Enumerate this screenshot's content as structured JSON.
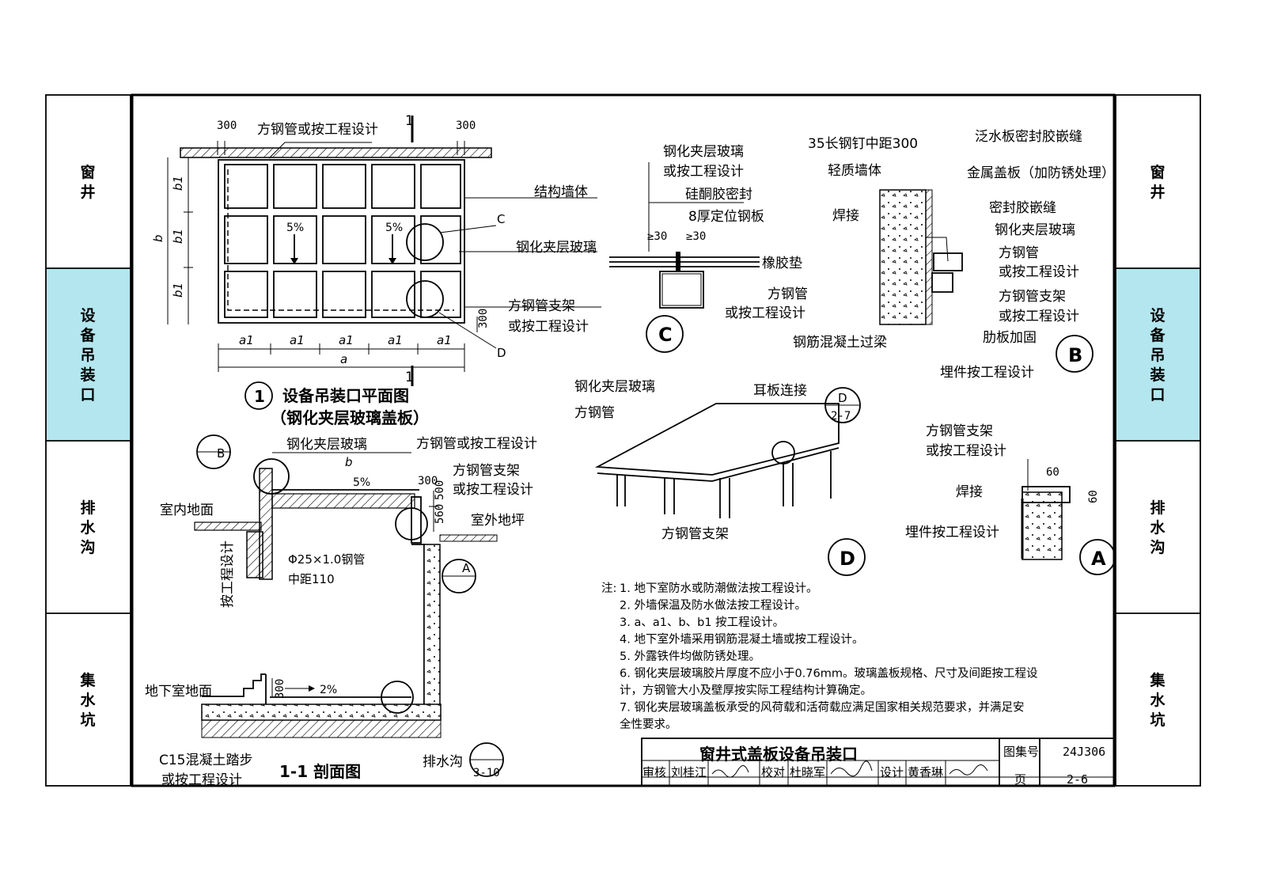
{
  "sidebar_left": [
    "窗井",
    "设备吊装口",
    "排水沟",
    "集水坑"
  ],
  "sidebar_right": [
    "窗井",
    "设备吊装口",
    "排水沟",
    "集水坑"
  ],
  "sidebar_active_color": "#b3e6ef",
  "plan": {
    "title_num": "1",
    "title": "设备吊装口平面图",
    "subtitle": "（钢化夹层玻璃盖板）",
    "dim_300_left": "300",
    "dim_300_right": "300",
    "dim_300_side": "300",
    "label_pipe": "方钢管或按工程设计",
    "label_wall": "结构墙体",
    "label_glass": "钢化夹层玻璃",
    "label_bracket": "方钢管支架",
    "label_bracket2": "或按工程设计",
    "slope1": "5%",
    "slope2": "5%",
    "section_mark": "1",
    "dim_a1": [
      "a1",
      "a1",
      "a1",
      "a1",
      "a1"
    ],
    "dim_a": "a",
    "dim_b1": [
      "b1",
      "b1",
      "b1"
    ],
    "dim_b": "b",
    "callout_c": "C",
    "callout_d": "D"
  },
  "section": {
    "title": "1-1 剖面图",
    "label_glass": "钢化夹层玻璃",
    "label_pipe": "方钢管或按工程设计",
    "label_bracket": "方钢管支架",
    "label_bracket2": "或按工程设计",
    "label_indoor": "室内地面",
    "label_outdoor": "室外地坪",
    "label_basement": "地下室地面",
    "label_step": "C15混凝土踏步",
    "label_step2": "或按工程设计",
    "label_drain": "排水沟",
    "label_byproj": "按工程设计",
    "label_pipe_spec": "Φ25×1.0钢管",
    "label_pipe_spec2": "中距110",
    "dim_b": "b",
    "slope_top": "5%",
    "slope_bottom": "2%",
    "dim_300": "300",
    "dim_300_bottom": "300",
    "dim_560": "560",
    "dim_500": "500",
    "callout_b": "B",
    "callout_a": "A",
    "ref_drain": "3-10"
  },
  "detail_c": {
    "label": "C",
    "line1": "钢化夹层玻璃",
    "line2": "或按工程设计",
    "line3": "硅酮胶密封",
    "line4": "8厚定位钢板",
    "line5": "橡胶垫",
    "line6": "方钢管",
    "line7": "或按工程设计",
    "dim1": "≥30",
    "dim2": "≥30"
  },
  "detail_b": {
    "label": "B",
    "nail": "35长钢钉中距300",
    "wall": "轻质墙体",
    "weld": "焊接",
    "beam": "钢筋混凝土过梁",
    "flash": "泛水板密封胶嵌缝",
    "cover": "金属盖板（加防锈处理）",
    "seal": "密封胶嵌缝",
    "glass": "钢化夹层玻璃",
    "pipe": "方钢管",
    "pipe2": "或按工程设计",
    "bracket": "方钢管支架",
    "bracket2": "或按工程设计",
    "rib": "肋板加固",
    "embed": "埋件按工程设计"
  },
  "detail_d": {
    "label": "D",
    "glass": "钢化夹层玻璃",
    "pipe": "方钢管",
    "ear": "耳板连接",
    "bracket": "方钢管支架",
    "ref_top": "D",
    "ref_bottom": "2-7"
  },
  "detail_a": {
    "label": "A",
    "bracket": "方钢管支架",
    "bracket2": "或按工程设计",
    "weld": "焊接",
    "embed": "埋件按工程设计",
    "dim_h": "60",
    "dim_v": "60"
  },
  "notes": {
    "heading": "注:",
    "items": [
      "1.  地下室防水或防潮做法按工程设计。",
      "2.  外墙保温及防水做法按工程设计。",
      "3.  a、a1、b、b1 按工程设计。",
      "4.  地下室外墙采用钢筋混凝土墙或按工程设计。",
      "5.  外露铁件均做防锈处理。",
      "6.  钢化夹层玻璃胶片厚度不应小于0.76mm。玻璃盖板规格、尺寸及间距按工程设",
      "     计，方钢管大小及壁厚按实际工程结构计算确定。",
      "7.  钢化夹层玻璃盖板承受的风荷载和活荷载应满足国家相关规范要求，并满足安",
      "     全性要求。"
    ]
  },
  "title_block": {
    "title": "窗井式盖板设备吊装口",
    "atlas_label": "图集号",
    "atlas_no": "24J306",
    "review_label": "审核",
    "reviewer": "刘桂江",
    "check_label": "校对",
    "checker": "杜晓军",
    "design_label": "设计",
    "designer": "黄香琳",
    "page_label": "页",
    "page_no": "2-6"
  }
}
